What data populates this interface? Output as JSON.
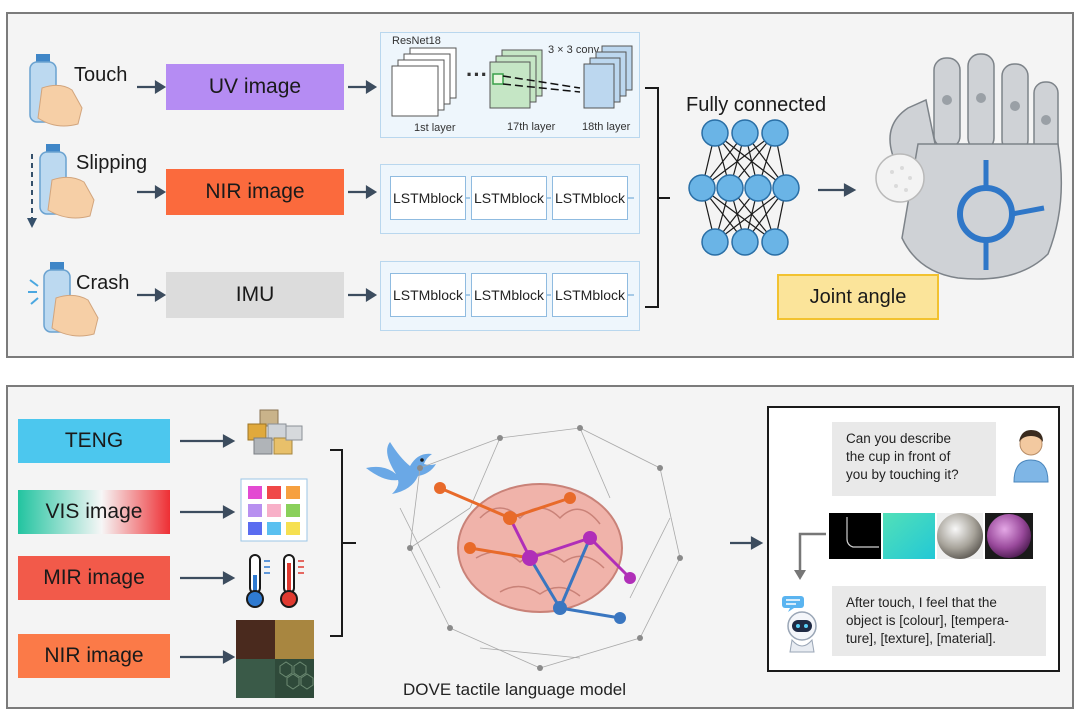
{
  "top_panel": {
    "inputs": [
      {
        "event": "Touch",
        "sensor": "UV image",
        "sensor_color": "#b58cf3"
      },
      {
        "event": "Slipping",
        "sensor": "NIR image",
        "sensor_color": "#fb6a3d"
      },
      {
        "event": "Crash",
        "sensor": "IMU",
        "sensor_color": "#dcdcdc"
      }
    ],
    "resnet": {
      "title": "ResNet18",
      "conv": "3 × 3 conv",
      "dots": "···",
      "layers": [
        "1st layer",
        "17th layer",
        "18th layer"
      ]
    },
    "lstm": {
      "line1": "LSTM",
      "line2": "block"
    },
    "fully_connected": "Fully connected",
    "output": "Joint angle"
  },
  "bottom_panel": {
    "inputs": [
      {
        "label": "TENG",
        "color": "#4cc7ee"
      },
      {
        "label": "VIS image",
        "gradient": [
          "#22c4a0",
          "#f6f6f6",
          "#ee2f34"
        ]
      },
      {
        "label": "MIR image",
        "color": "#f25a4a"
      },
      {
        "label": "NIR image",
        "color": "#fb7a48"
      }
    ],
    "model_title": "DOVE tactile language model",
    "chat": {
      "question": [
        "Can you describe",
        "the cup in front of",
        "you by touching it?"
      ],
      "answer": [
        "After touch, I feel that the",
        "object is [colour], [tempera-",
        "ture], [texture], [material]."
      ]
    }
  },
  "colors": {
    "arrow": "#3c4c5e",
    "panel_border": "#7b7b7b",
    "lstm_border": "#8fbbe0",
    "joint_fill": "#fbe49a"
  }
}
